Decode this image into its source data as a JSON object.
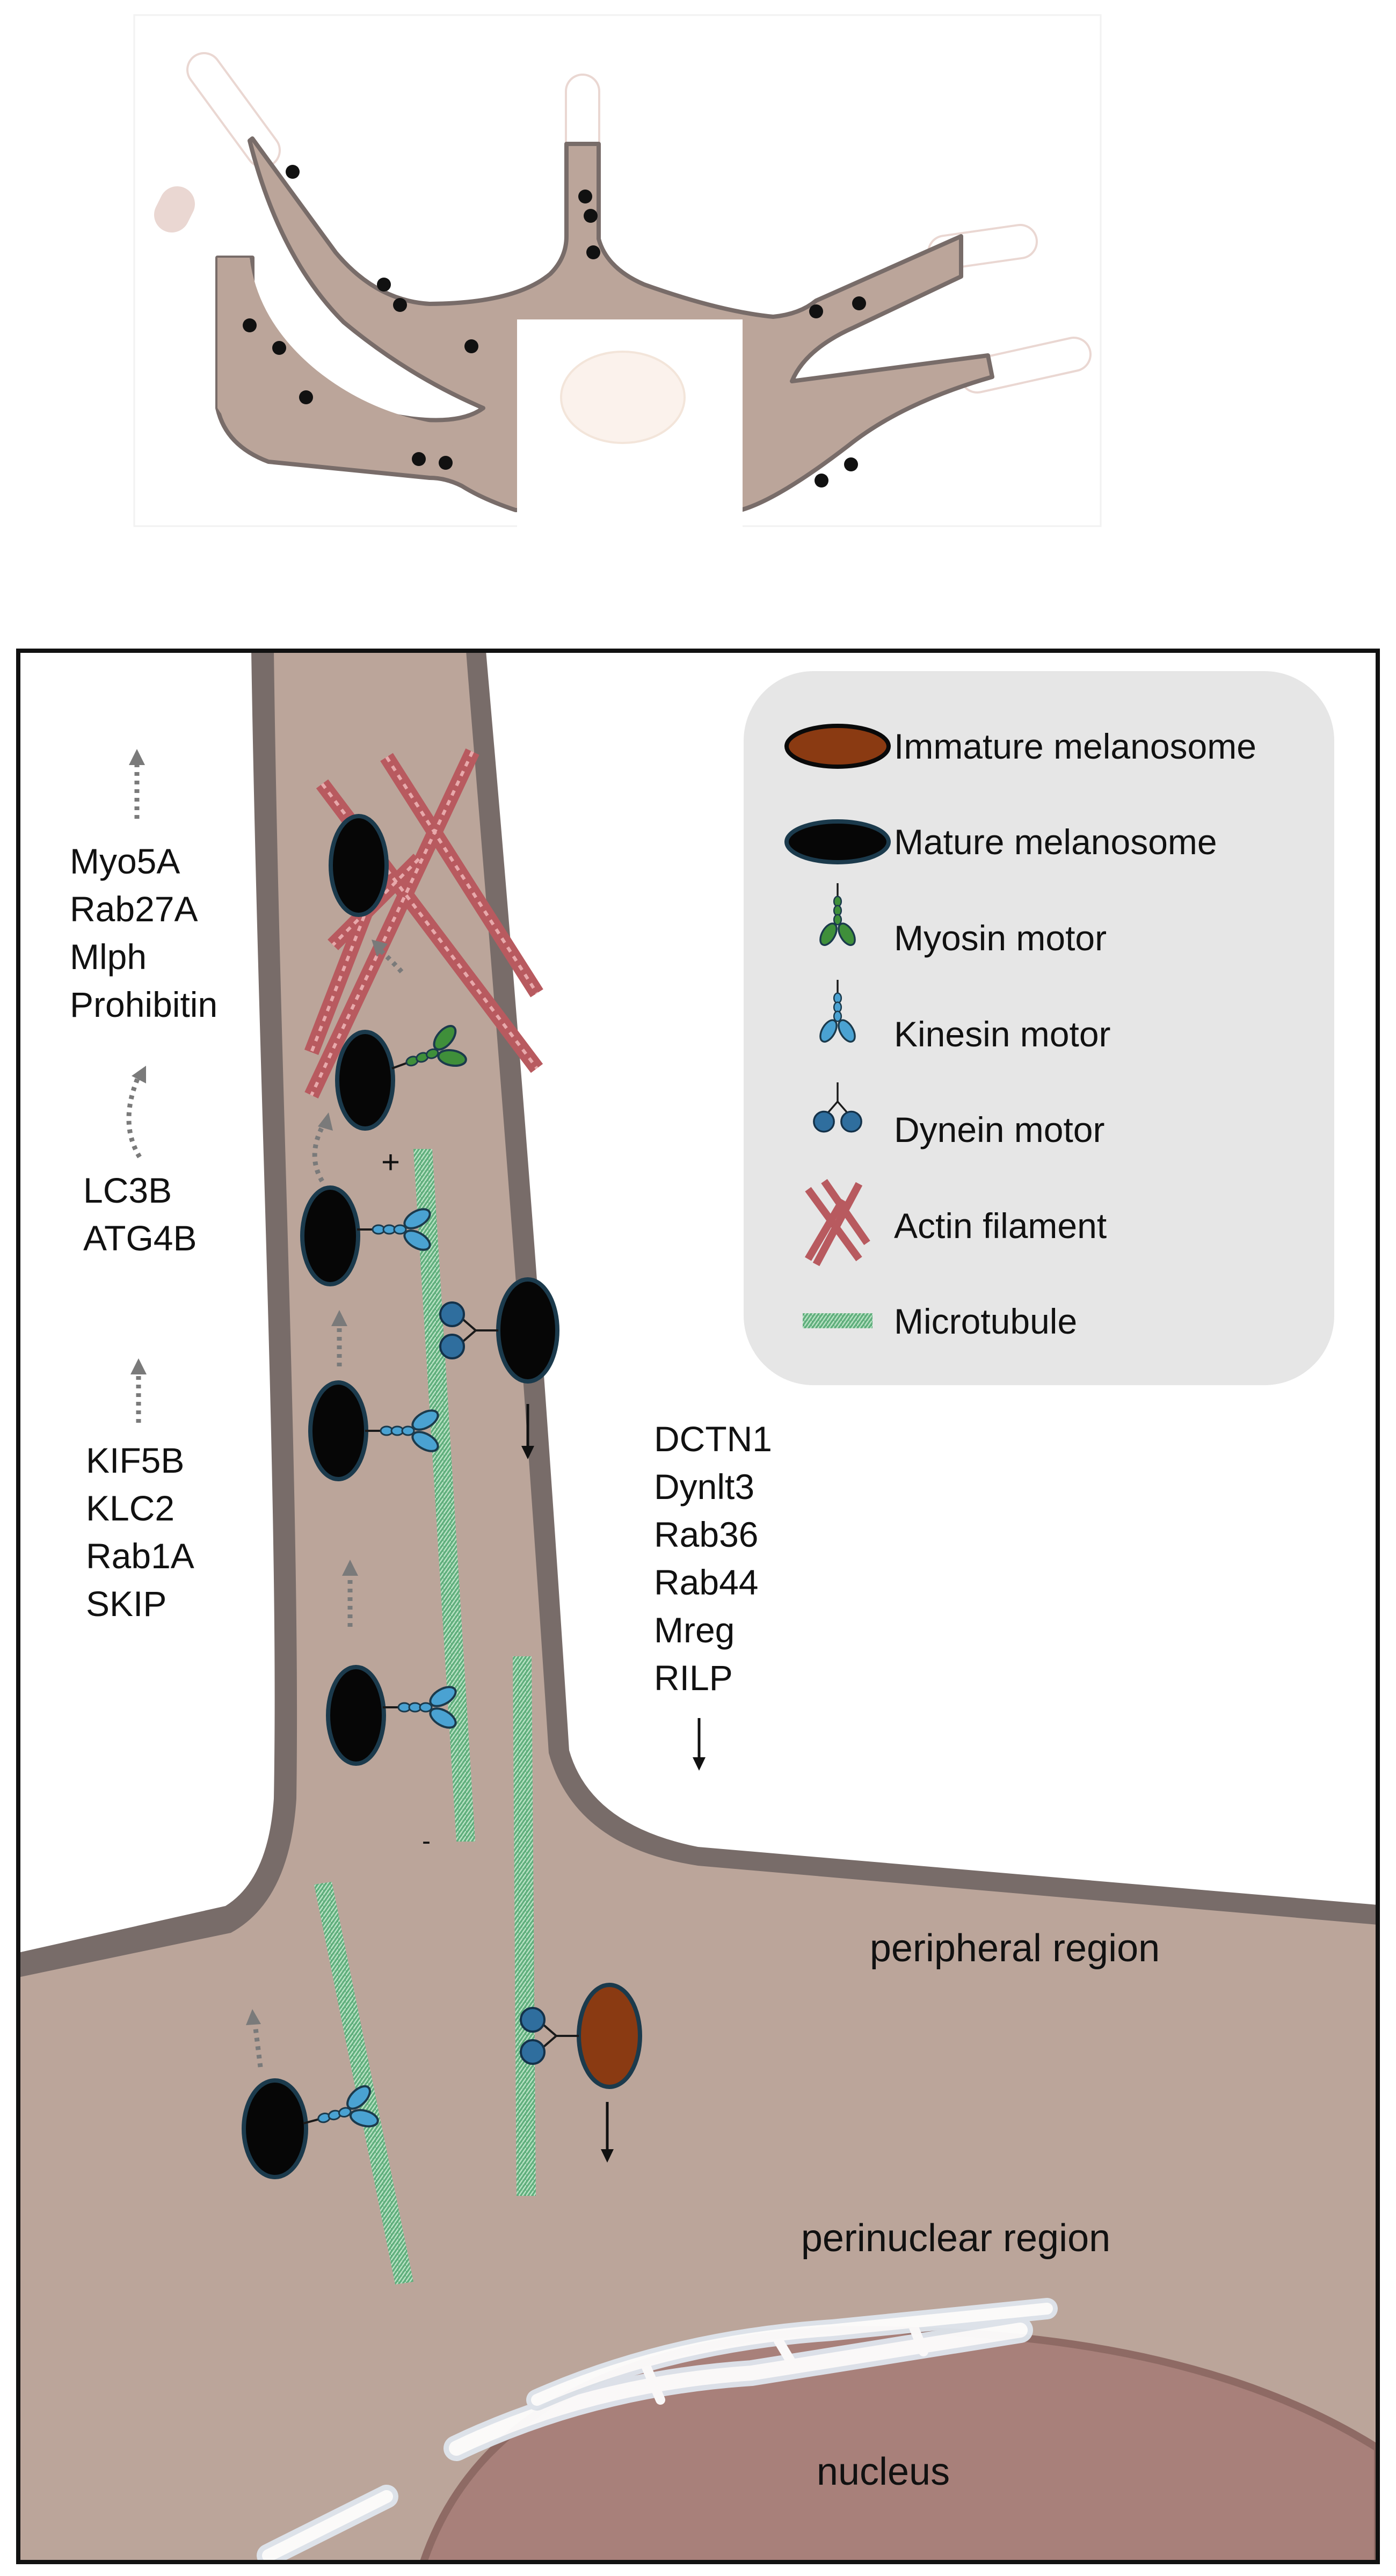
{
  "legend": {
    "items": [
      {
        "icon": "immature-melanosome-icon",
        "label": "Immature melanosome"
      },
      {
        "icon": "mature-melanosome-icon",
        "label": "Mature melanosome"
      },
      {
        "icon": "myosin-motor-icon",
        "label": "Myosin motor"
      },
      {
        "icon": "kinesin-motor-icon",
        "label": "Kinesin motor"
      },
      {
        "icon": "dynein-motor-icon",
        "label": "Dynein motor"
      },
      {
        "icon": "actin-filament-icon",
        "label": "Actin filament"
      },
      {
        "icon": "microtubule-icon",
        "label": "Microtubule"
      }
    ]
  },
  "protein_groups": {
    "actin_transfer": [
      "Myo5A",
      "Rab27A",
      "Mlph",
      "Prohibitin"
    ],
    "autophagy": [
      "LC3B",
      "ATG4B"
    ],
    "kinesin_transport": [
      "KIF5B",
      "KLC2",
      "Rab1A",
      "SKIP"
    ],
    "dynein_transport": [
      "DCTN1",
      "Dynlt3",
      "Rab36",
      "Rab44",
      "Mreg",
      "RILP"
    ]
  },
  "markers": {
    "plus_end": "+",
    "minus_end": "-"
  },
  "regions": {
    "peripheral": "peripheral region",
    "perinuclear": "perinuclear region",
    "nucleus": "nucleus"
  },
  "colors": {
    "cytoplasm": "#bba59a",
    "membrane": "#786c69",
    "melanosome_mature": "#060606",
    "melanosome_immature": "#8a3a12",
    "melanosome_outline": "#1b3a4c",
    "kinesin_motor": "#4aa2d2",
    "dynein_motor": "#2f6e9e",
    "myosin_motor": "#3f8f3a",
    "actin": "#b85a5f",
    "microtubule": "#5fae7c",
    "legend_background": "#e6e6e6",
    "nucleus": "#a8807a"
  }
}
